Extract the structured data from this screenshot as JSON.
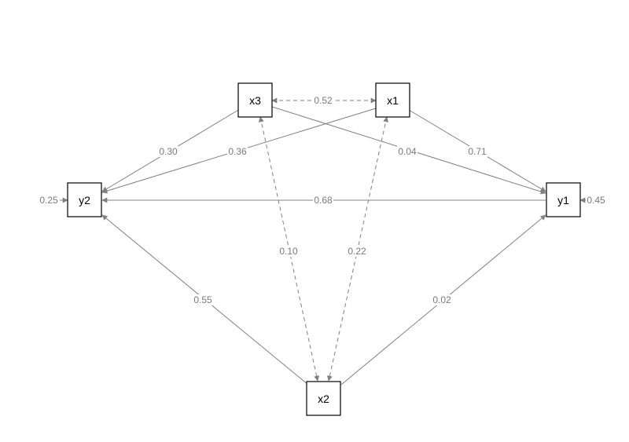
{
  "colors": {
    "edge": "#808080",
    "label": "#7a7a7a",
    "node_border": "#000000"
  },
  "nodes": {
    "x3": {
      "label": "x3"
    },
    "x1": {
      "label": "x1"
    },
    "y2": {
      "label": "y2"
    },
    "y1": {
      "label": "y1"
    },
    "x2": {
      "label": "x2"
    }
  },
  "edges": [
    {
      "id": "x3-x1",
      "from": "x3",
      "to": "x1",
      "type": "covariance",
      "label": "0.52"
    },
    {
      "id": "x3-y2",
      "from": "x3",
      "to": "y2",
      "type": "path",
      "label": "0.30"
    },
    {
      "id": "x1-y2",
      "from": "x1",
      "to": "y2",
      "type": "path",
      "label": "0.36"
    },
    {
      "id": "x3-y1",
      "from": "x3",
      "to": "y1",
      "type": "path",
      "label": "0.04"
    },
    {
      "id": "x1-y1",
      "from": "x1",
      "to": "y1",
      "type": "path",
      "label": "0.71"
    },
    {
      "id": "y1-y2",
      "from": "y1",
      "to": "y2",
      "type": "path",
      "label": "0.68"
    },
    {
      "id": "x3-x2",
      "from": "x3",
      "to": "x2",
      "type": "covariance",
      "label": "0.10"
    },
    {
      "id": "x1-x2",
      "from": "x1",
      "to": "x2",
      "type": "covariance",
      "label": "0.22"
    },
    {
      "id": "x2-y2",
      "from": "x2",
      "to": "y2",
      "type": "path",
      "label": "0.55"
    },
    {
      "id": "x2-y1",
      "from": "x2",
      "to": "y1",
      "type": "path",
      "label": "0.02"
    }
  ],
  "residuals": {
    "y2": {
      "label": "0.25"
    },
    "y1": {
      "label": "0.45"
    }
  }
}
